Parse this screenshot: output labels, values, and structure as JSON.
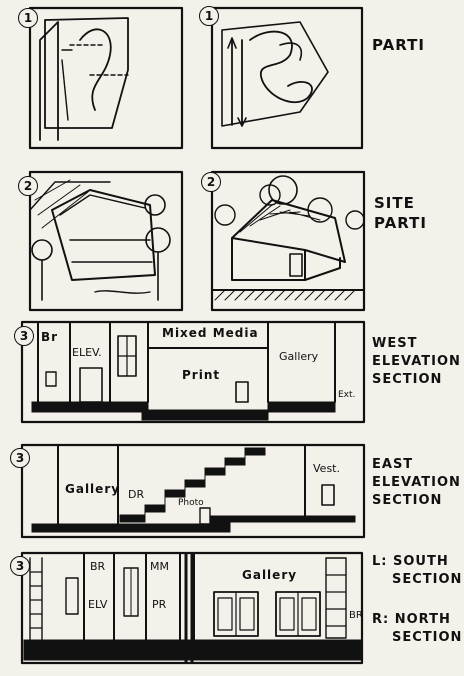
{
  "panels": {
    "p1a_num": "1",
    "p1b_num": "1",
    "p2a_num": "2",
    "p2b_num": "2",
    "p3_num": "3",
    "p4_num": "3",
    "p5_num": "3"
  },
  "headings": {
    "parti": "PARTI",
    "site_parti_1": "SITE",
    "site_parti_2": "PARTI",
    "west_1": "WEST",
    "west_2": "ELEVATION",
    "west_3": "SECTION",
    "east_1": "EAST",
    "east_2": "ELEVATION",
    "east_3": "SECTION",
    "south_1": "L: SOUTH",
    "south_2": "SECTION",
    "north_1": "R: NORTH",
    "north_2": "SECTION"
  },
  "west_section": {
    "br": "Br",
    "elev": "ELEV.",
    "mixed_media": "Mixed Media",
    "print": "Print",
    "gallery": "Gallery",
    "ext": "Ext."
  },
  "east_section": {
    "gallery": "Gallery",
    "dr": "DR",
    "photo": "Photo",
    "vest": "Vest."
  },
  "south_north_section": {
    "br": "BR",
    "elv": "ELV",
    "mm": "MM",
    "pr": "PR",
    "gallery": "Gallery",
    "br_right": "BR"
  }
}
